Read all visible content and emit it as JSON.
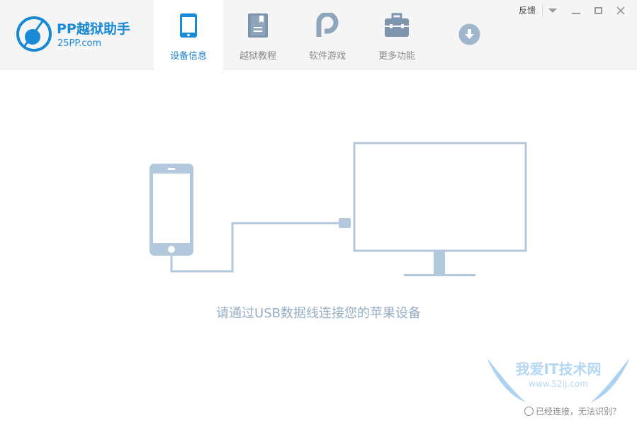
{
  "app": {
    "name": "PP越狱助手",
    "site": "25PP.com"
  },
  "tabs": [
    {
      "label": "设备信息",
      "icon": "phone-icon",
      "active": true
    },
    {
      "label": "越狱教程",
      "icon": "book-icon"
    },
    {
      "label": "软件游戏",
      "icon": "pp-icon"
    },
    {
      "label": "更多功能",
      "icon": "toolbox-icon"
    }
  ],
  "window": {
    "feedback": "反馈"
  },
  "main": {
    "message": "请通过USB数据线连接您的苹果设备",
    "help": "已经连接，无法识别？"
  },
  "watermark": {
    "title": "我爱IT技术网",
    "url": "www.52ij.com"
  },
  "colors": {
    "accent": "#1a8ad6",
    "illustration": "#b3c8dc"
  }
}
